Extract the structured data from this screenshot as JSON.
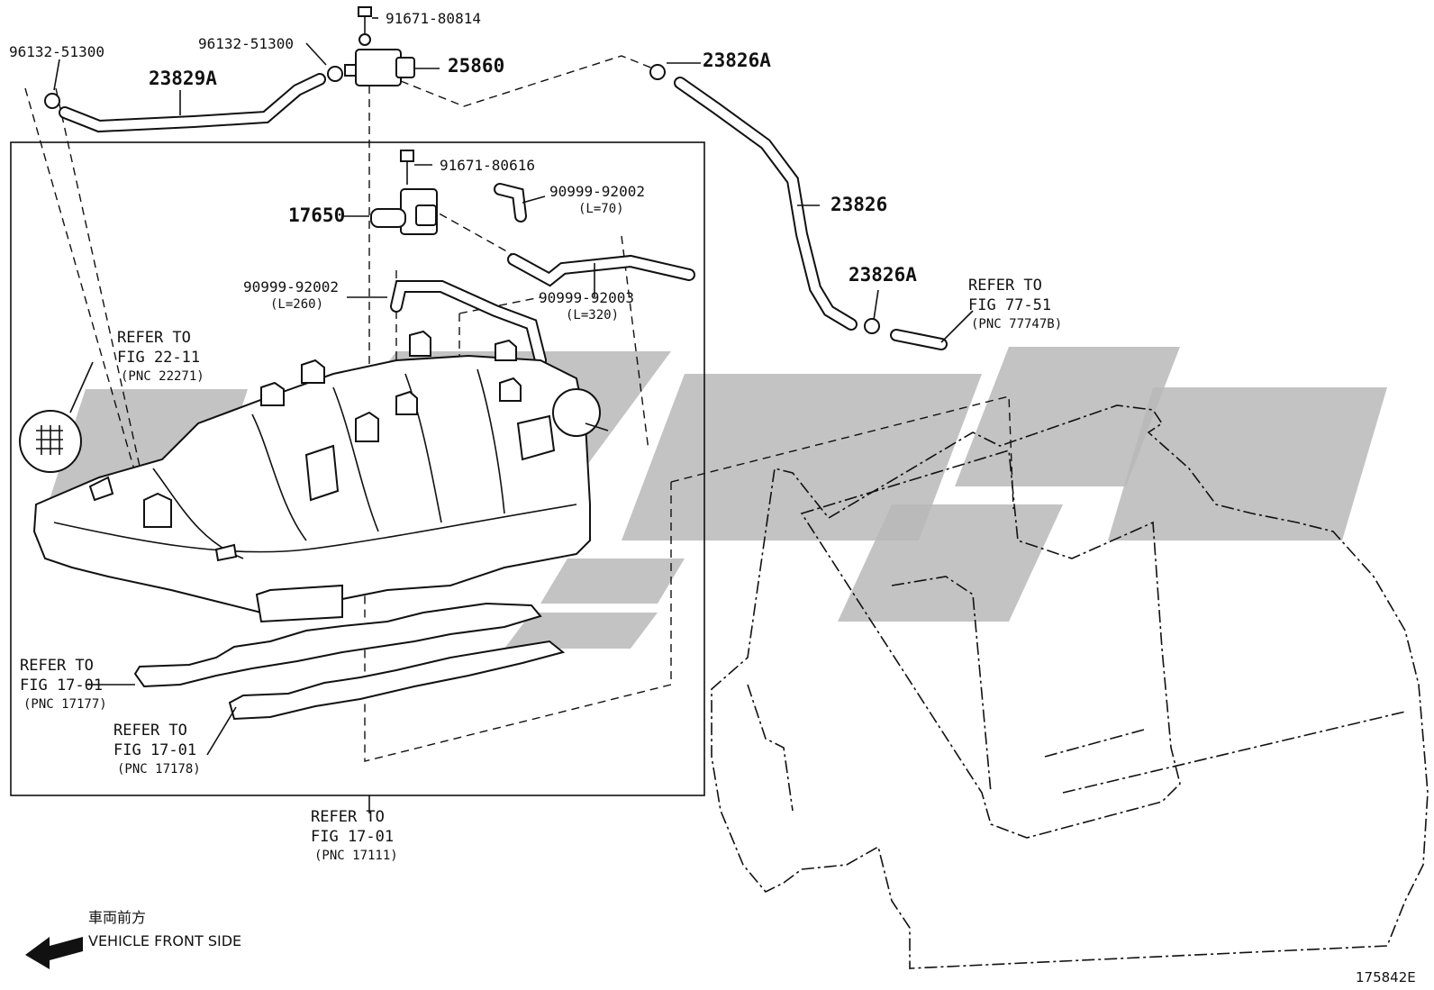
{
  "labels": {
    "p_91671_80814": "91671-80814",
    "p_96132_51300_a": "96132-51300",
    "p_96132_51300_b": "96132-51300",
    "p_23829A": "23829A",
    "p_25860": "25860",
    "p_23826A_top": "23826A",
    "p_91671_80616": "91671-80616",
    "p_17650": "17650",
    "p_90999_92002_a": "90999-92002",
    "p_90999_92002_a_len": "(L=70)",
    "p_23826": "23826",
    "p_90999_92002_b": "90999-92002",
    "p_90999_92002_b_len": "(L=260)",
    "p_90999_92003": "90999-92003",
    "p_90999_92003_len": "(L=320)",
    "p_23826A_bottom": "23826A"
  },
  "refs": {
    "fig_77_51": {
      "l1": "REFER TO",
      "l2": "FIG 77-51",
      "l3": "(PNC 77747B)"
    },
    "fig_22_11": {
      "l1": "REFER TO",
      "l2": "FIG 22-11",
      "l3": "(PNC 22271)"
    },
    "fig_17_01_a": {
      "l1": "REFER TO",
      "l2": "FIG 17-01",
      "l3": "(PNC 17177)"
    },
    "fig_17_01_b": {
      "l1": "REFER TO",
      "l2": "FIG 17-01",
      "l3": "(PNC 17178)"
    },
    "fig_17_01_c": {
      "l1": "REFER TO",
      "l2": "FIG 17-01",
      "l3": "(PNC 17111)"
    }
  },
  "direction": {
    "jp": "車両前方",
    "en": "VEHICLE FRONT SIDE"
  },
  "figure_id": "175842E",
  "colors": {
    "line": "#111111",
    "watermark": "#b9b9b9",
    "background": "#ffffff"
  }
}
